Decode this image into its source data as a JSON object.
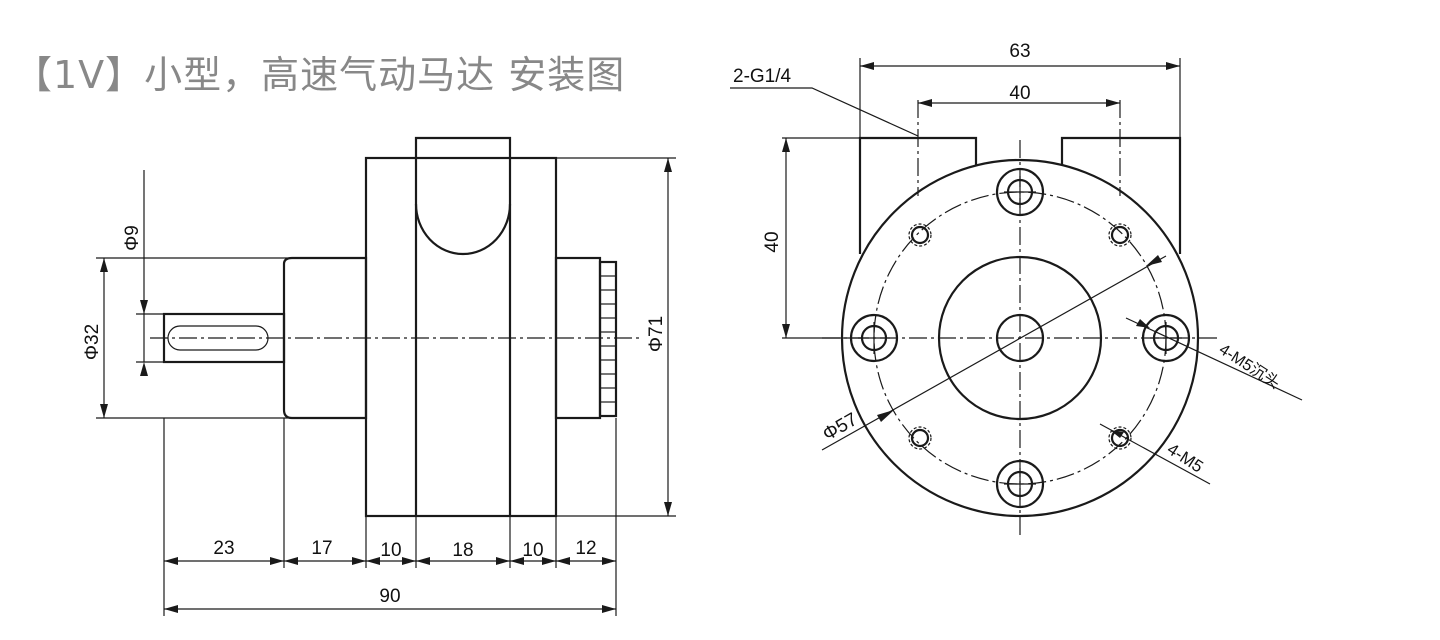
{
  "title": "【1V】小型，高速气动马达 安装图",
  "side_view": {
    "dia_shaft": "Φ9",
    "dia_boss": "Φ32",
    "dia_body": "Φ71",
    "len_shaft": "23",
    "len_boss": "17",
    "len_body_front": "10",
    "len_port": "18",
    "len_body_rear": "10",
    "len_tail": "12",
    "len_total": "90"
  },
  "front_view": {
    "ports": "2-G1/4",
    "width_outer": "63",
    "width_ports": "40",
    "height_ports": "40",
    "dia_pcd": "Φ57",
    "holes_counterbore": "4-M5沉头",
    "holes_thread": "4-M5"
  },
  "colors": {
    "line": "#1a1a1a",
    "title": "#888888"
  }
}
